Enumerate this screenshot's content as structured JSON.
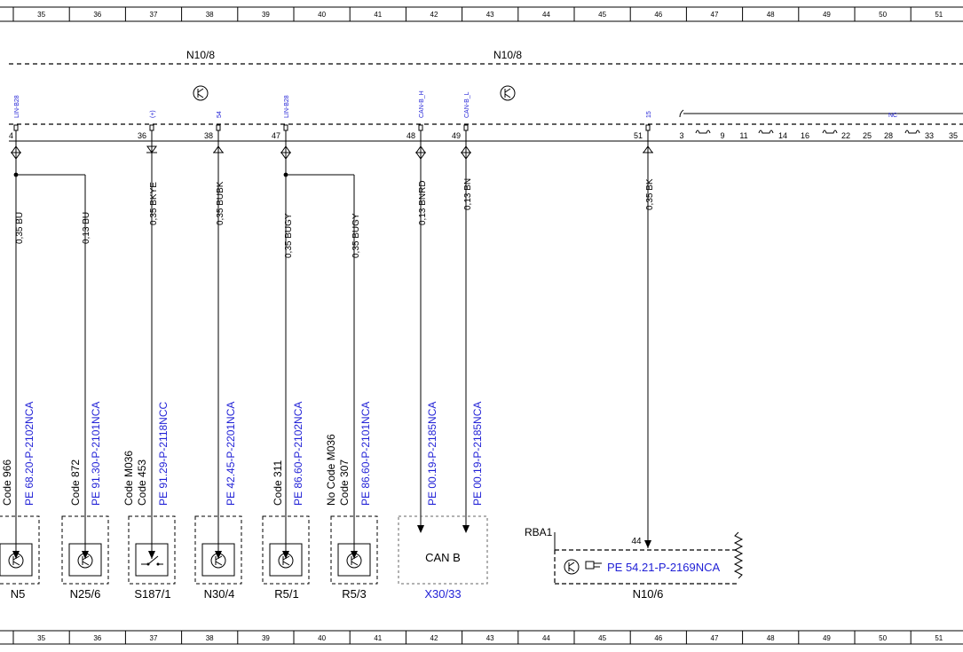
{
  "grid": [
    "35",
    "36",
    "37",
    "38",
    "39",
    "40",
    "41",
    "42",
    "43",
    "44",
    "45",
    "46",
    "47",
    "48",
    "49",
    "50",
    "51"
  ],
  "modules": {
    "left": "N10/8",
    "right": "N10/8"
  },
  "nc_label": "NC",
  "pins_top": [
    "4",
    "36",
    "38",
    "47",
    "48",
    "49",
    "51"
  ],
  "signal_labels": [
    "LIN-B28",
    "(+)",
    "54",
    "LIN-B28",
    "CAN-B_H",
    "CAN-B_L",
    "15"
  ],
  "connector_right_pins": [
    "3",
    "9",
    "11",
    "14",
    "16",
    "22",
    "25",
    "28",
    "33",
    "35"
  ],
  "wires": [
    "0,35 BU",
    "0,13 BU",
    "0,35 BKYE",
    "0,35 BUBK",
    "0,35 BUGY",
    "0,35 BUGY",
    "0,13 BNRD",
    "0,13 BN",
    "0,35 BK"
  ],
  "codes": {
    "n5": "Code 966",
    "n25": "Code 872",
    "s187_a": "Code M036",
    "s187_b": "Code 453",
    "r51": "Code 311",
    "r53_a": "No  Code M036",
    "r53_b": "Code 307"
  },
  "refs": [
    "PE 68.20-P-2102NCA",
    "PE 91.30-P-2101NCA",
    "PE 91.29-P-2118NCC",
    "PE 42.45-P-2201NCA",
    "PE 86.60-P-2102NCA",
    "PE 86.60-P-2101NCA",
    "PE 00.19-P-2185NCA",
    "PE 00.19-P-2185NCA"
  ],
  "components": [
    "N5",
    "N25/6",
    "S187/1",
    "N30/4",
    "R5/1",
    "R5/3",
    "X30/33",
    "N10/6"
  ],
  "can_box_label": "CAN B",
  "rba_label": "RBA1",
  "rba_pin": "44",
  "n106_ref": "PE 54.21-P-2169NCA",
  "colors": {
    "link": "#1f1fd6",
    "line": "#000000"
  }
}
